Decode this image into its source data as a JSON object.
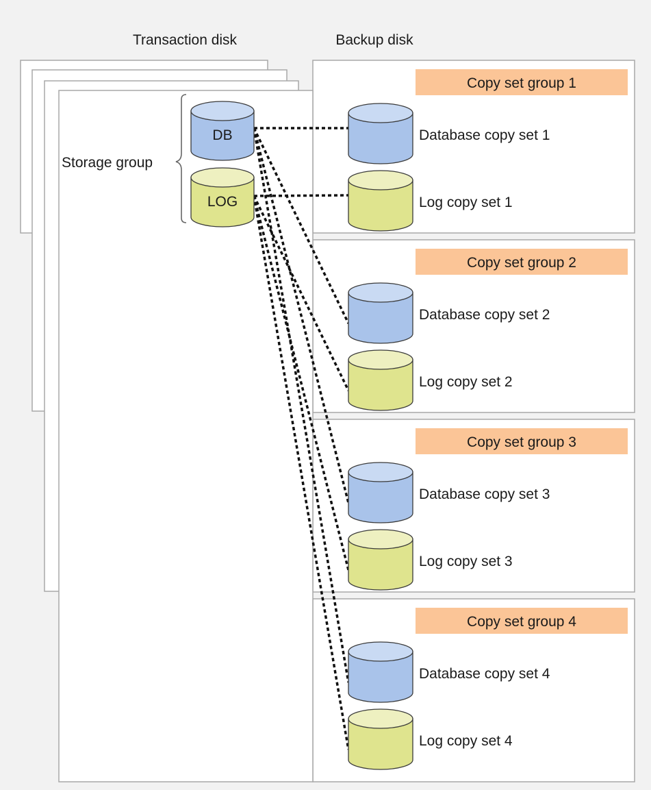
{
  "headers": {
    "transaction": "Transaction disk",
    "backup": "Backup disk"
  },
  "storage_group_label": "Storage group",
  "source_disks": {
    "db": "DB",
    "log": "LOG"
  },
  "colors": {
    "db_fill": "#a9c3ea",
    "db_top": "#c9daf3",
    "log_fill": "#dfe48e",
    "log_top": "#eef0c0",
    "group_bar": "#fbc597",
    "background": "#f2f2f2"
  },
  "groups": [
    {
      "title": "Copy set group 1",
      "db": "Database copy set 1",
      "log": "Log copy set 1"
    },
    {
      "title": "Copy set group 2",
      "db": "Database copy set 2",
      "log": "Log copy set 2"
    },
    {
      "title": "Copy set group 3",
      "db": "Database copy set 3",
      "log": "Log copy set 3"
    },
    {
      "title": "Copy set group 4",
      "db": "Database copy set 4",
      "log": "Log copy set 4"
    }
  ]
}
